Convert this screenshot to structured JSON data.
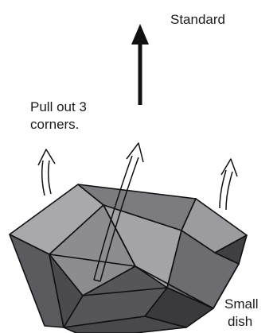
{
  "labels": {
    "standard": "Standard",
    "instruction_line1": "Pull out 3",
    "instruction_line2": "corners.",
    "small_line1": "Small",
    "small_line2": "dish"
  },
  "colors": {
    "dark_face": "#4a4a4f",
    "mid_face": "#7b7b80",
    "light_face": "#a9a9ad",
    "shadow_face": "#3a3a3e",
    "outline": "#111111"
  }
}
